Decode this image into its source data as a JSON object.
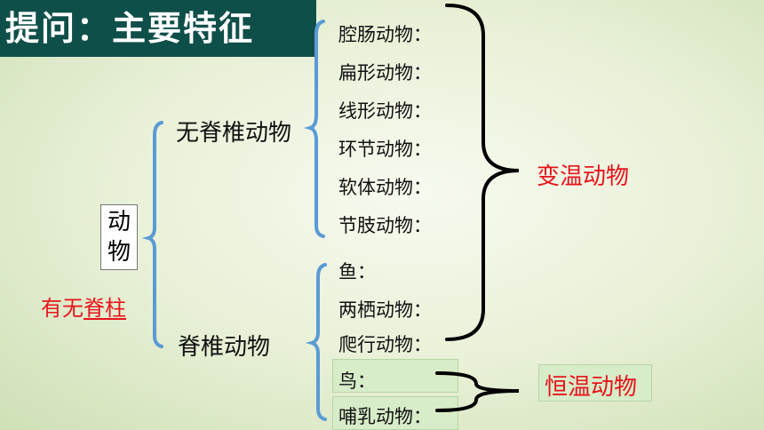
{
  "title": "提问：主要特征",
  "root": {
    "label_line1": "动",
    "label_line2": "物",
    "criterion_prefix": "有无",
    "criterion_emph": "脊柱"
  },
  "branches": {
    "invertebrate": "无脊椎动物",
    "vertebrate": "脊椎动物"
  },
  "invertebrate_items": [
    "腔肠动物：",
    "扁形动物：",
    "线形动物：",
    "环节动物：",
    "软体动物：",
    "节肢动物："
  ],
  "vertebrate_items": [
    "鱼：",
    "两栖动物：",
    "爬行动物：",
    "鸟：",
    "哺乳动物："
  ],
  "groups": {
    "cold_blooded": "变温动物",
    "warm_blooded": "恒温动物"
  },
  "colors": {
    "brace_blue": "#5b9bd5",
    "brace_black": "#000000",
    "emphasis_red": "#e8141c",
    "title_bg": "#0f4f4a"
  }
}
